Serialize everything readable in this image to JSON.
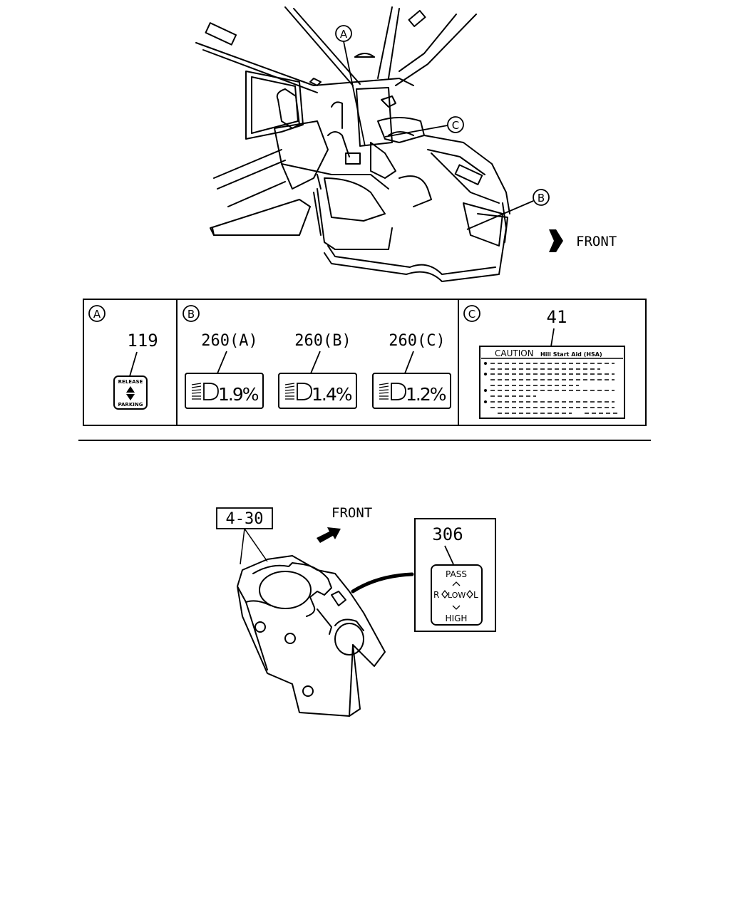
{
  "callouts": {
    "a": "A",
    "b": "B",
    "c": "C"
  },
  "front_label_top": "FRONT",
  "front_label_bottom": "FRONT",
  "panel_a": {
    "letter": "A",
    "part_no": "119",
    "label_top": "RELEASE",
    "label_bottom": "PARKING"
  },
  "panel_b": {
    "letter": "B",
    "items": [
      {
        "part_no": "260(A)",
        "value": "1.9%"
      },
      {
        "part_no": "260(B)",
        "value": "1.4%"
      },
      {
        "part_no": "260(C)",
        "value": "1.2%"
      }
    ]
  },
  "panel_c": {
    "letter": "C",
    "part_no": "41",
    "caution_word": "CAUTION",
    "caution_subtitle": "Hill Start Aid (HSA)"
  },
  "switch": {
    "ref_no": "4-30",
    "part_no": "306",
    "label_pass": "PASS",
    "label_r": "R",
    "label_low": "LOW",
    "label_l": "L",
    "label_high": "HIGH"
  }
}
